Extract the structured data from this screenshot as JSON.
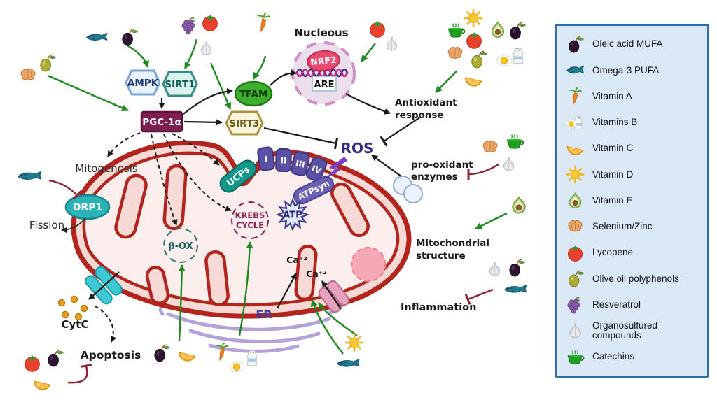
{
  "nodes": {
    "ampk": "AMPK",
    "sirt1": "SIRT1",
    "pgc1a": "PGC-1α",
    "tfam": "TFAM",
    "sirt3": "SIRT3",
    "nucleus_label": "Nucleous",
    "nrf2": "NRF2",
    "are": "ARE",
    "ucps": "UCPs",
    "complexes": [
      "I",
      "II",
      "III",
      "IV"
    ],
    "atpsyn": "ATPsyn",
    "atp": "ATP",
    "krebs": [
      "KREBS",
      "CYCLE"
    ],
    "beta_ox": "β-OX",
    "drp1": "DRP1",
    "cytc": "CytC",
    "er": "ER",
    "ca_upper": "Ca⁺²",
    "ca_lower": "Ca⁺²",
    "ros": "ROS"
  },
  "labels": {
    "mitogenesis": "Mitogenesis",
    "fission": "Fission",
    "apoptosis": "Apoptosis",
    "antioxidant": [
      "Antioxidant",
      "response"
    ],
    "pro_oxidant": [
      "pro-oxidant",
      "enzymes"
    ],
    "mito_structure": [
      "Mitochondrial",
      "structure"
    ],
    "inflammation": "Inflammation"
  },
  "legend": {
    "items": [
      {
        "icon": "olive-black",
        "label": "Oleic acid MUFA"
      },
      {
        "icon": "fish",
        "label": "Omega-3 PUFA"
      },
      {
        "icon": "carrot",
        "label": "Vitamin A"
      },
      {
        "icon": "egg-milk",
        "label": "Vitamins B"
      },
      {
        "icon": "orange",
        "label": "Vitamin C"
      },
      {
        "icon": "sun",
        "label": "Vitamin D"
      },
      {
        "icon": "avocado",
        "label": "Vitamin E"
      },
      {
        "icon": "walnut",
        "label": "Selenium/Zinc"
      },
      {
        "icon": "tomato",
        "label": "Lycopene"
      },
      {
        "icon": "olive-green",
        "label": "Olive oil polyphenols"
      },
      {
        "icon": "grapes",
        "label": "Resveratrol"
      },
      {
        "icon": "garlic",
        "label": "Organosulfured compounds"
      },
      {
        "icon": "tea",
        "label": "Catechins"
      }
    ]
  },
  "colors": {
    "legend_bg": "#dbe9f7",
    "legend_border": "#2b6fad",
    "membrane_red": "#b3251c",
    "matrix_pink": "#fceeed",
    "activation_green": "#1f8a1f",
    "inhibition_red": "#8c2331",
    "ros_purple": "#3b2a85"
  }
}
